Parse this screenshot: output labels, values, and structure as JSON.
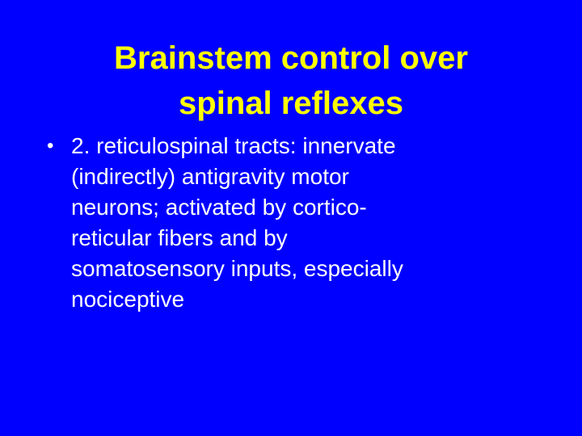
{
  "slide": {
    "background_color": "#0000ff",
    "title": {
      "color": "#ffff00",
      "lines": [
        "Brainstem control over",
        "spinal reflexes"
      ]
    },
    "bullets": [
      {
        "symbol": "•",
        "color": "#ffffff",
        "lines": [
          "2. reticulospinal tracts: innervate",
          "(indirectly) antigravity motor",
          "neurons; activated by cortico-",
          "reticular fibers and by",
          "somatosensory inputs, especially",
          "nociceptive"
        ]
      }
    ]
  }
}
